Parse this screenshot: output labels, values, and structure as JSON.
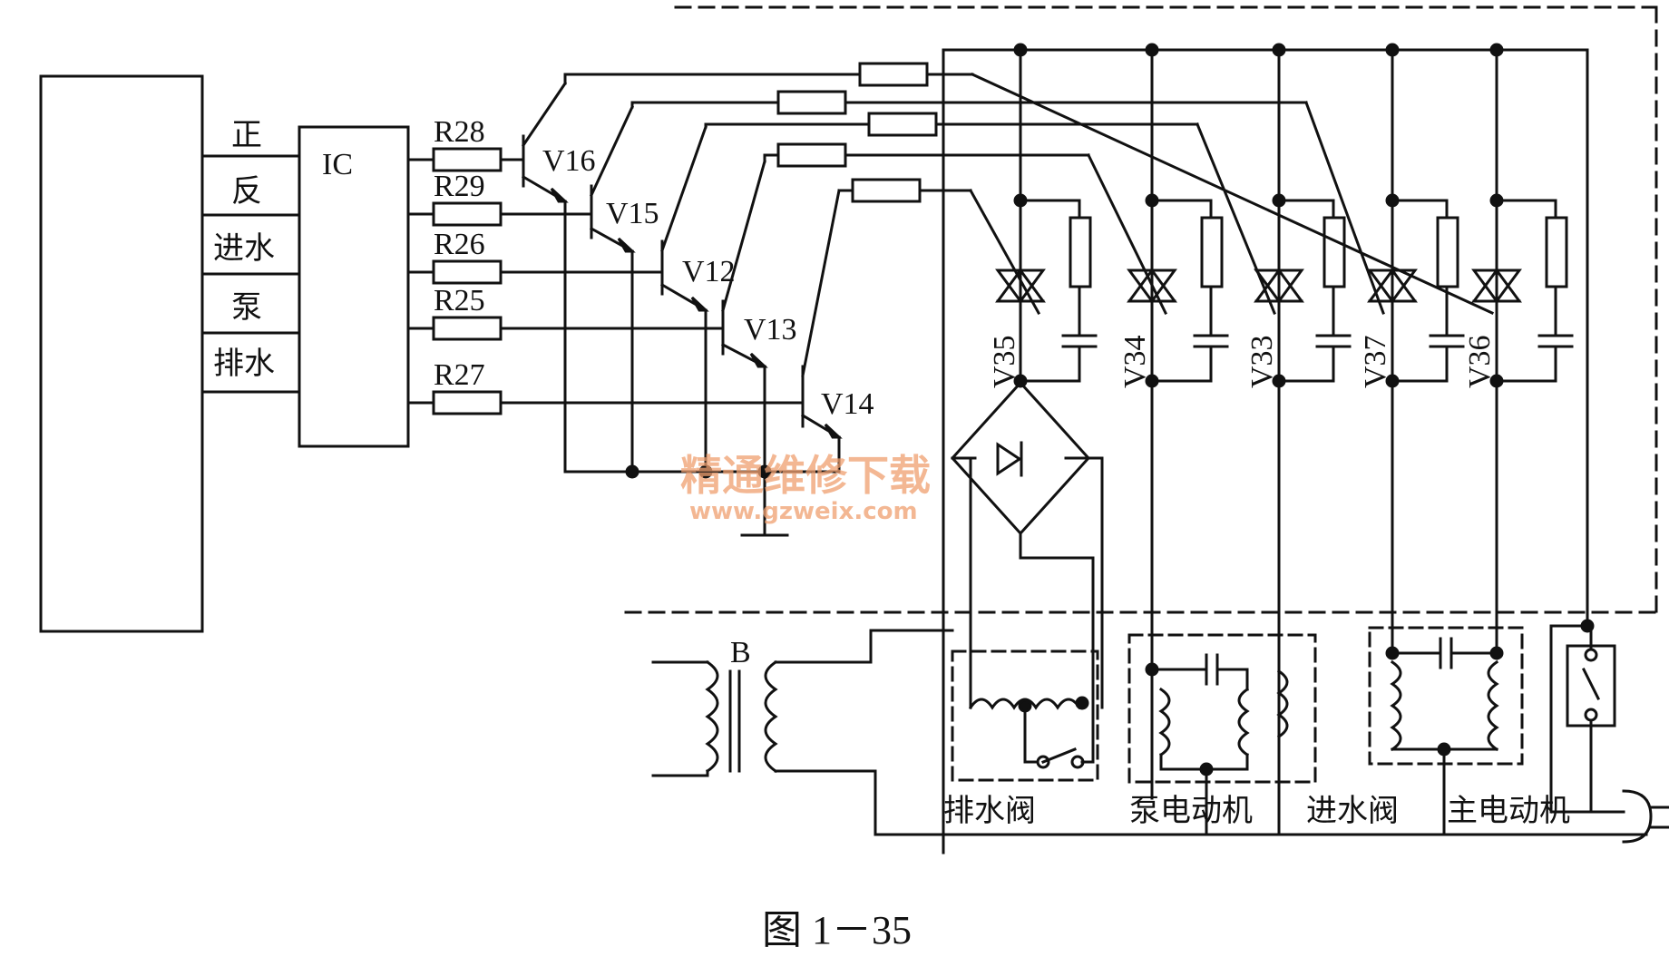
{
  "caption": "图 1－35",
  "watermark": {
    "title": "精通维修下载",
    "url": "www.gzweix.com"
  },
  "labels": {
    "ic": "IC",
    "inputs": [
      "正",
      "反",
      "进水",
      "泵",
      "排水"
    ],
    "resistors": [
      "R28",
      "R29",
      "R26",
      "R25",
      "R27"
    ],
    "transistors": [
      "V16",
      "V15",
      "V12",
      "V13",
      "V14"
    ],
    "triacs": [
      "V35",
      "V34",
      "V33",
      "V37",
      "V36"
    ],
    "transformer": "B",
    "loads": [
      "排水阀",
      "泵电动机",
      "进水阀",
      "主电动机"
    ]
  }
}
